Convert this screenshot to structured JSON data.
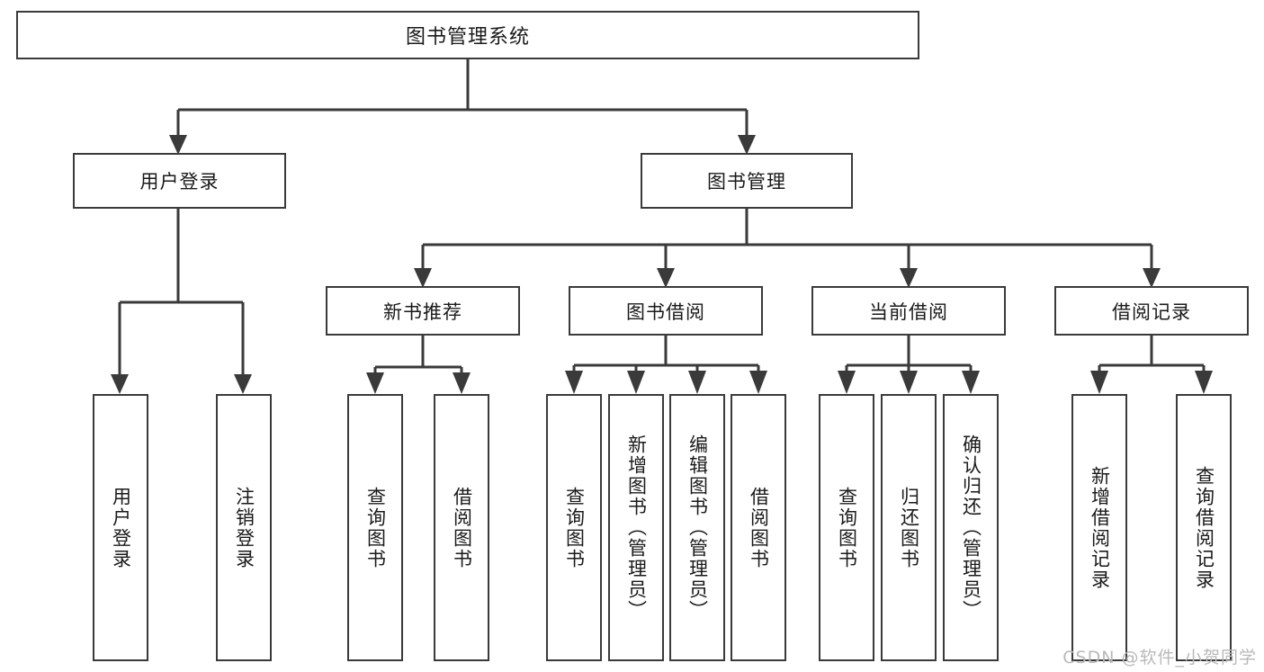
{
  "diagram": {
    "title_text": "图书管理系统",
    "watermark": "CSDN @软件_小贺同学",
    "type": "tree",
    "line_color": "#3a3a3a",
    "box_fill": "#ffffff",
    "text_color": "#1a1a1a",
    "watermark_color": "#b9b9b9",
    "root": {
      "label": "图书管理系统"
    },
    "level2": [
      {
        "label": "用户登录"
      },
      {
        "label": "图书管理"
      }
    ],
    "level3": [
      {
        "label": "新书推荐"
      },
      {
        "label": "图书借阅"
      },
      {
        "label": "当前借阅"
      },
      {
        "label": "借阅记录"
      }
    ],
    "leaves": {
      "user_login": [
        {
          "label": "用户登录"
        },
        {
          "label": "注销登录"
        }
      ],
      "new_book": [
        {
          "label": "查询图书"
        },
        {
          "label": "借阅图书"
        }
      ],
      "book_borrow": [
        {
          "label": "查询图书"
        },
        {
          "label": "新增图书（管理员）"
        },
        {
          "label": "编辑图书（管理员）"
        },
        {
          "label": "借阅图书"
        }
      ],
      "current_borrow": [
        {
          "label": "查询图书"
        },
        {
          "label": "归还图书"
        },
        {
          "label": "确认归还（管理员）"
        }
      ],
      "borrow_record": [
        {
          "label": "新增借阅记录"
        },
        {
          "label": "查询借阅记录"
        }
      ]
    }
  }
}
